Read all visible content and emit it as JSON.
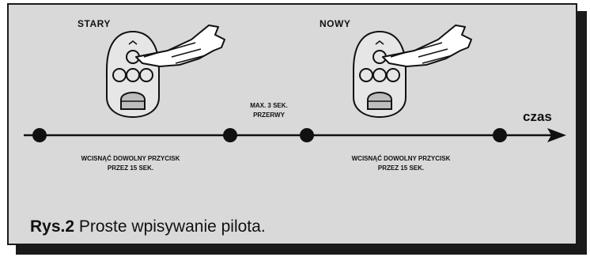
{
  "diagram": {
    "remote_old_label": "STARY",
    "remote_new_label": "NOWY",
    "pause_label_line1": "MAX. 3 SEK.",
    "pause_label_line2": "PRZERWY",
    "press_label_line1": "WCISNĄĆ DOWOLNY PRZYCISK",
    "press_label_line2": "PRZEZ 15 SEK.",
    "axis_label": "czas",
    "caption_bold": "Rys.2",
    "caption_text": " Proste wpisywanie pilota."
  },
  "colors": {
    "background": "#d9d9d9",
    "ink": "#111111",
    "remote_fill": "#e6e6e6"
  }
}
